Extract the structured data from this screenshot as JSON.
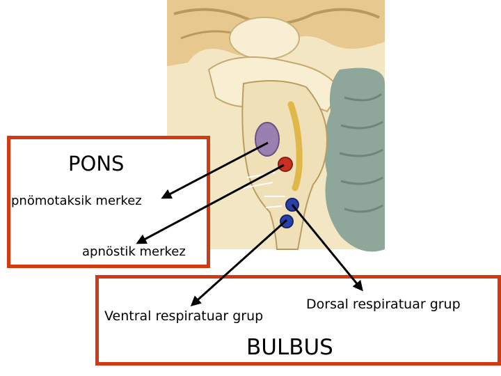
{
  "diagram": {
    "pons": {
      "title": "PONS",
      "pneumotaxic_label": "pnömotaksik merkez",
      "apneustic_label": "apnöstik merkez"
    },
    "bulbus": {
      "title": "BULBUS",
      "ventral_label": "Ventral respiratuar grup",
      "dorsal_label": "Dorsal respiratuar grup"
    },
    "colors": {
      "box_border": "#d23a14",
      "arrow": "#000000",
      "brain_tissue": "#efe0b8",
      "cerebellum": "#8fa69a",
      "center_purple": "#9a80b0",
      "center_red": "#c83020",
      "center_blue": "#2840a8"
    }
  }
}
